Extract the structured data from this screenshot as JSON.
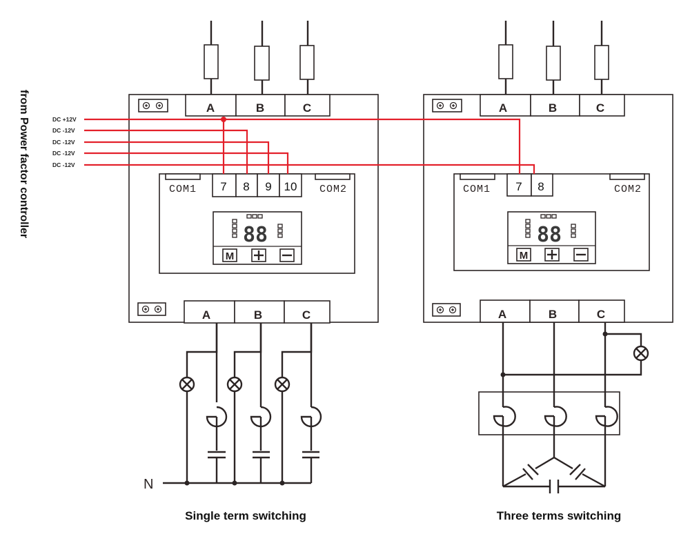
{
  "side_label": "from Power factor controller",
  "dc_lines": [
    {
      "label": "DC +12V",
      "polarity": "positive"
    },
    {
      "label": "DC -12V",
      "polarity": "negative"
    },
    {
      "label": "DC -12V",
      "polarity": "negative"
    },
    {
      "label": "DC -12V",
      "polarity": "negative"
    },
    {
      "label": "DC -12V",
      "polarity": "negative"
    }
  ],
  "colors": {
    "signal_wire": "#e3202a",
    "line_art": "#2b2424"
  },
  "units": [
    {
      "id": "single",
      "caption": "Single term switching",
      "top_terminals": [
        "A",
        "B",
        "C"
      ],
      "bottom_terminals": [
        "A",
        "B",
        "C"
      ],
      "control_terminals": [
        "7",
        "8",
        "9",
        "10"
      ],
      "com_ports": [
        "COM1",
        "COM2"
      ],
      "display": {
        "digits": "88",
        "buttons": [
          "M",
          "+",
          "−"
        ]
      },
      "neutral_label": "N"
    },
    {
      "id": "three",
      "caption": "Three terms switching",
      "top_terminals": [
        "A",
        "B",
        "C"
      ],
      "bottom_terminals": [
        "A",
        "B",
        "C"
      ],
      "control_terminals": [
        "7",
        "8"
      ],
      "com_ports": [
        "COM1",
        "COM2"
      ],
      "display": {
        "digits": "88",
        "buttons": [
          "M",
          "+",
          "−"
        ]
      }
    }
  ]
}
